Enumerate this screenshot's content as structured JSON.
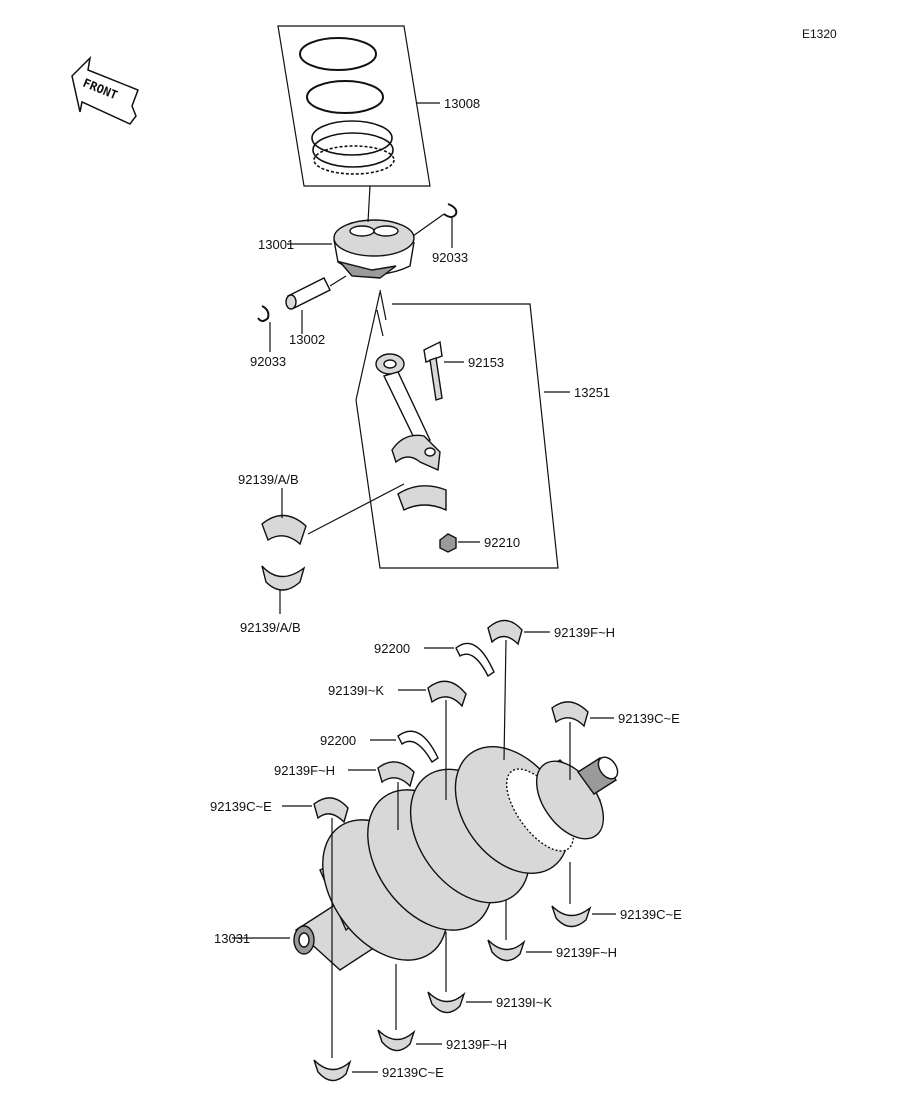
{
  "diagram_code": "E1320",
  "front_arrow_text": "FRONT",
  "labels": {
    "piston_ring_set": "13008",
    "piston": "13001",
    "circlip_right": "92033",
    "piston_pin": "13002",
    "circlip_left": "92033",
    "conrod_bolt": "92153",
    "connecting_rod": "13251",
    "conrod_bearing_upper": "92139/A/B",
    "conrod_nut": "92210",
    "conrod_bearing_lower": "92139/A/B",
    "main_bearing_fh_top": "92139F~H",
    "thrust_washer_top": "92200",
    "main_bearing_ik_top": "92139I~K",
    "main_bearing_ce_top_right": "92139C~E",
    "thrust_washer_mid": "92200",
    "main_bearing_fh_mid": "92139F~H",
    "main_bearing_ce_top_left": "92139C~E",
    "crankshaft": "13031",
    "main_bearing_ce_bottom_right": "92139C~E",
    "main_bearing_fh_bottom_right": "92139F~H",
    "main_bearing_ik_bottom": "92139I~K",
    "main_bearing_fh_bottom": "92139F~H",
    "main_bearing_ce_bottom": "92139C~E"
  }
}
